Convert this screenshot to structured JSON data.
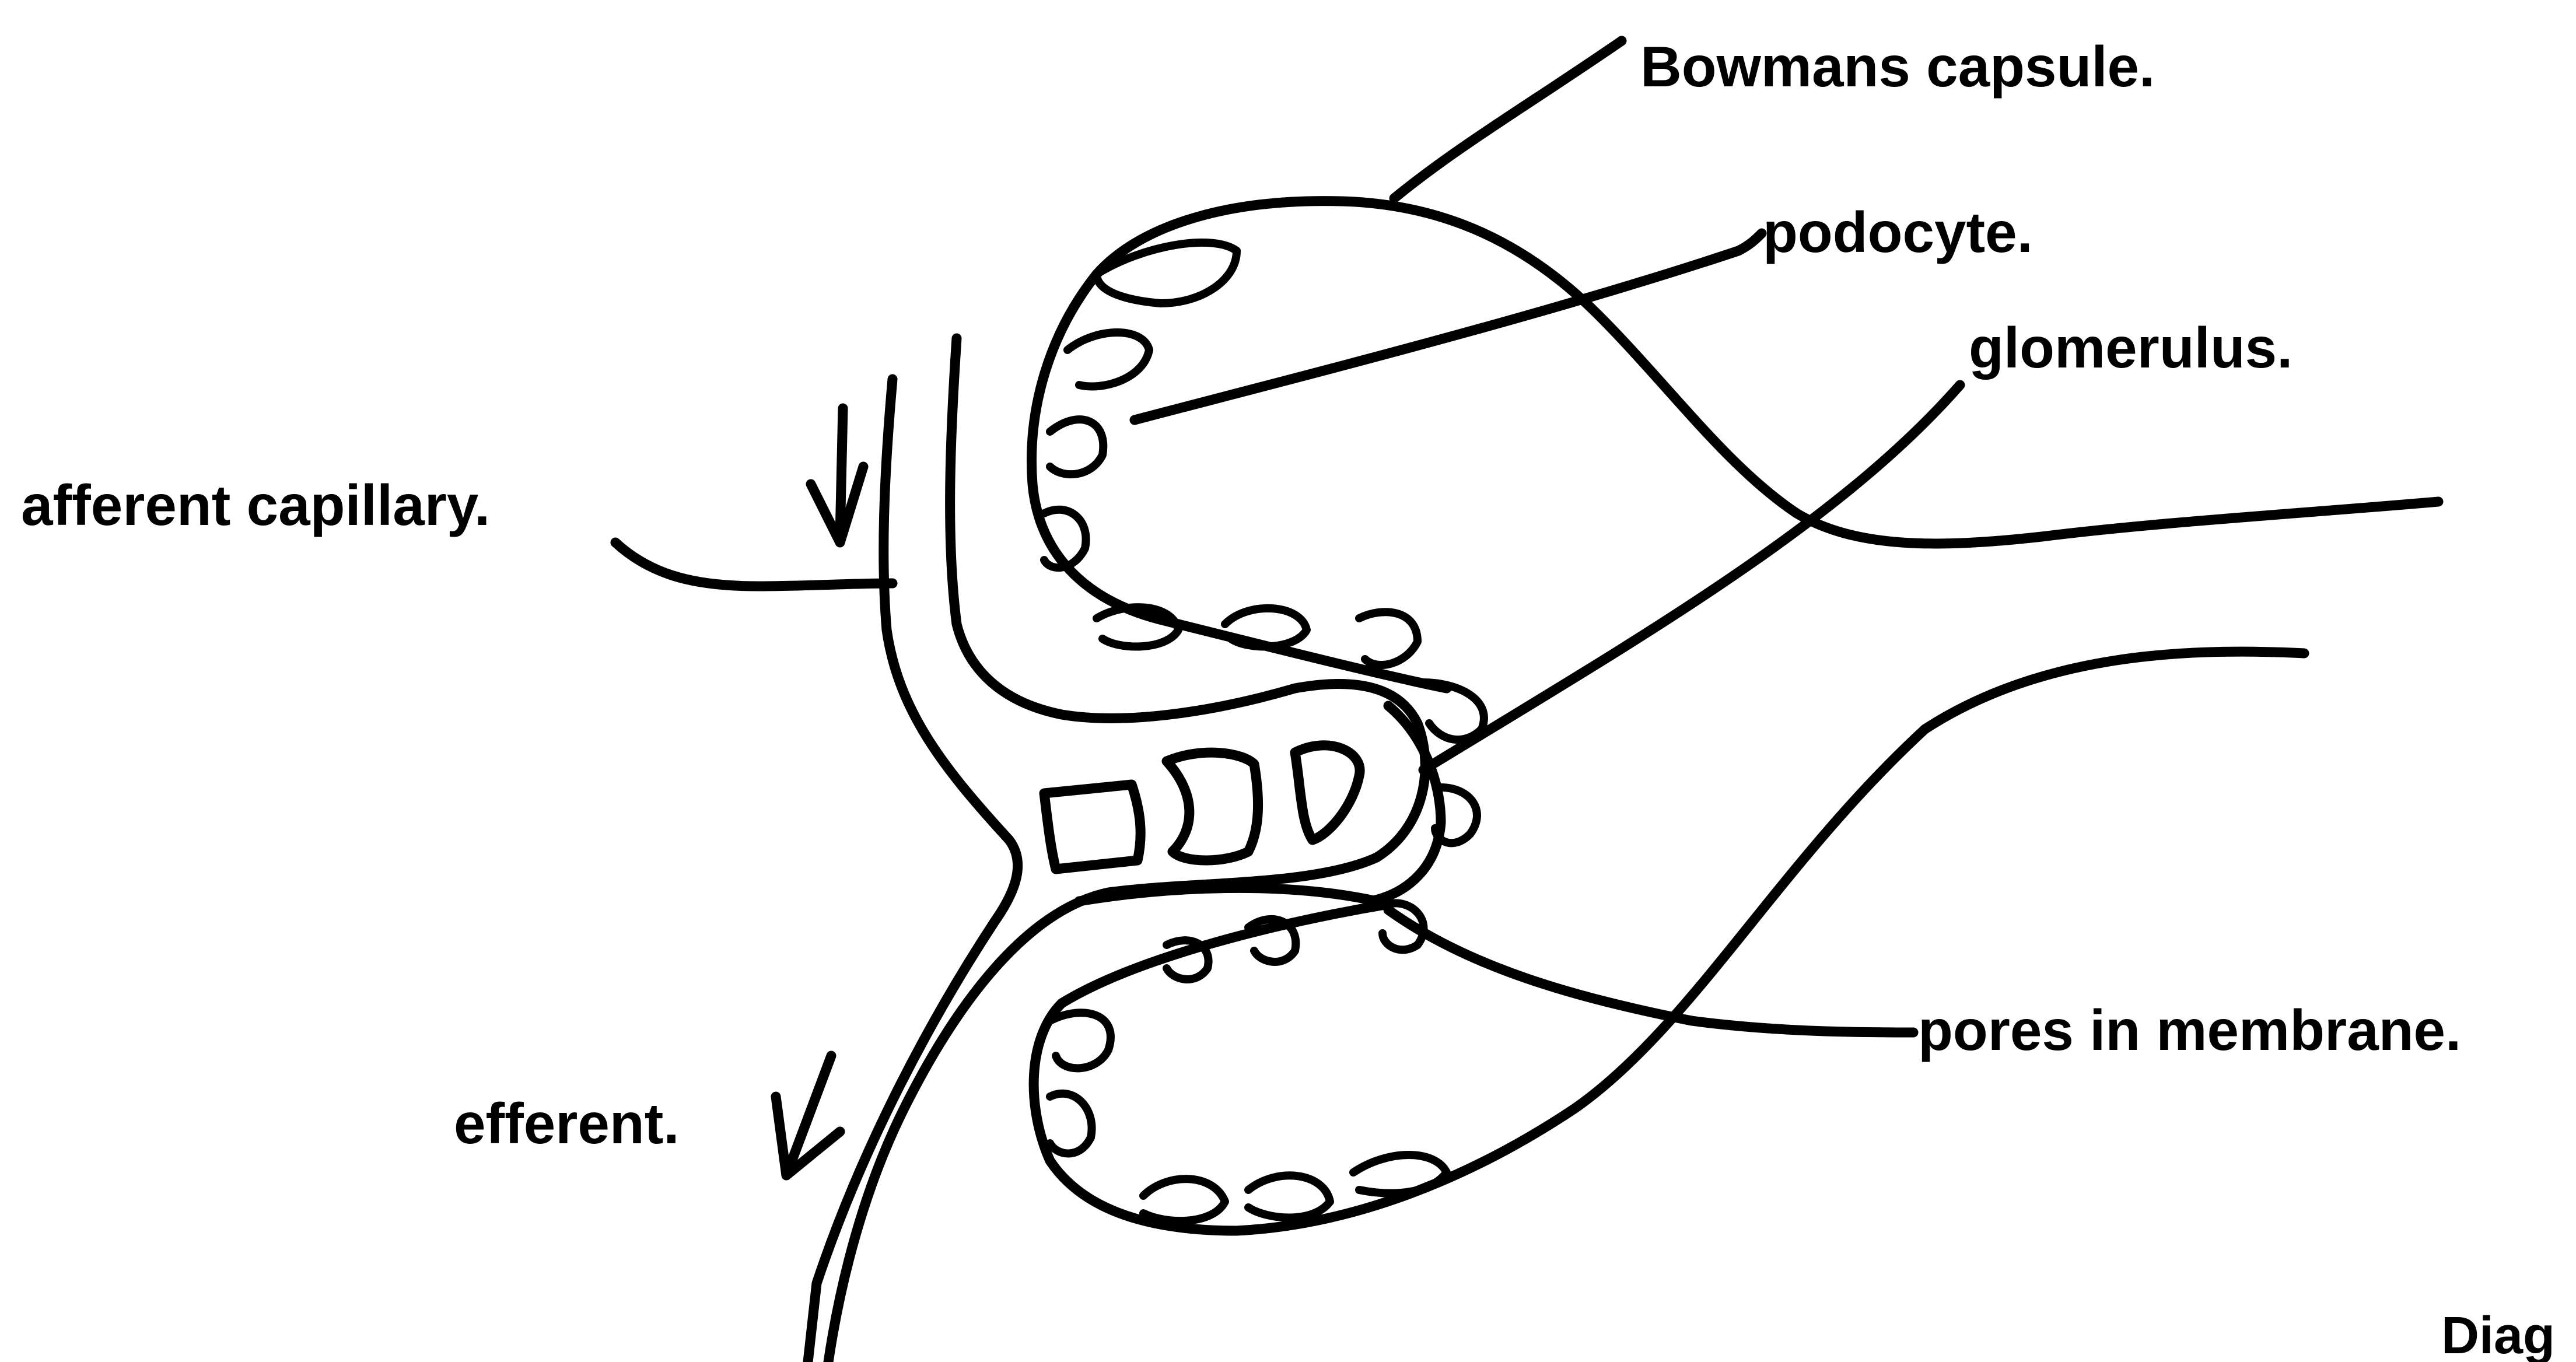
{
  "labels": {
    "bowmans_capsule": "Bowmans capsule.",
    "podocyte": "podocyte.",
    "glomerulus": "glomerulus.",
    "afferent_capillary": "afferent capillary.",
    "efferent": "efferent.",
    "pores_in_membrane": "pores in membrane.",
    "diagram_caption_fragment": "Diag"
  },
  "colors": {
    "ink": "#000000",
    "background": "#ffffff"
  }
}
